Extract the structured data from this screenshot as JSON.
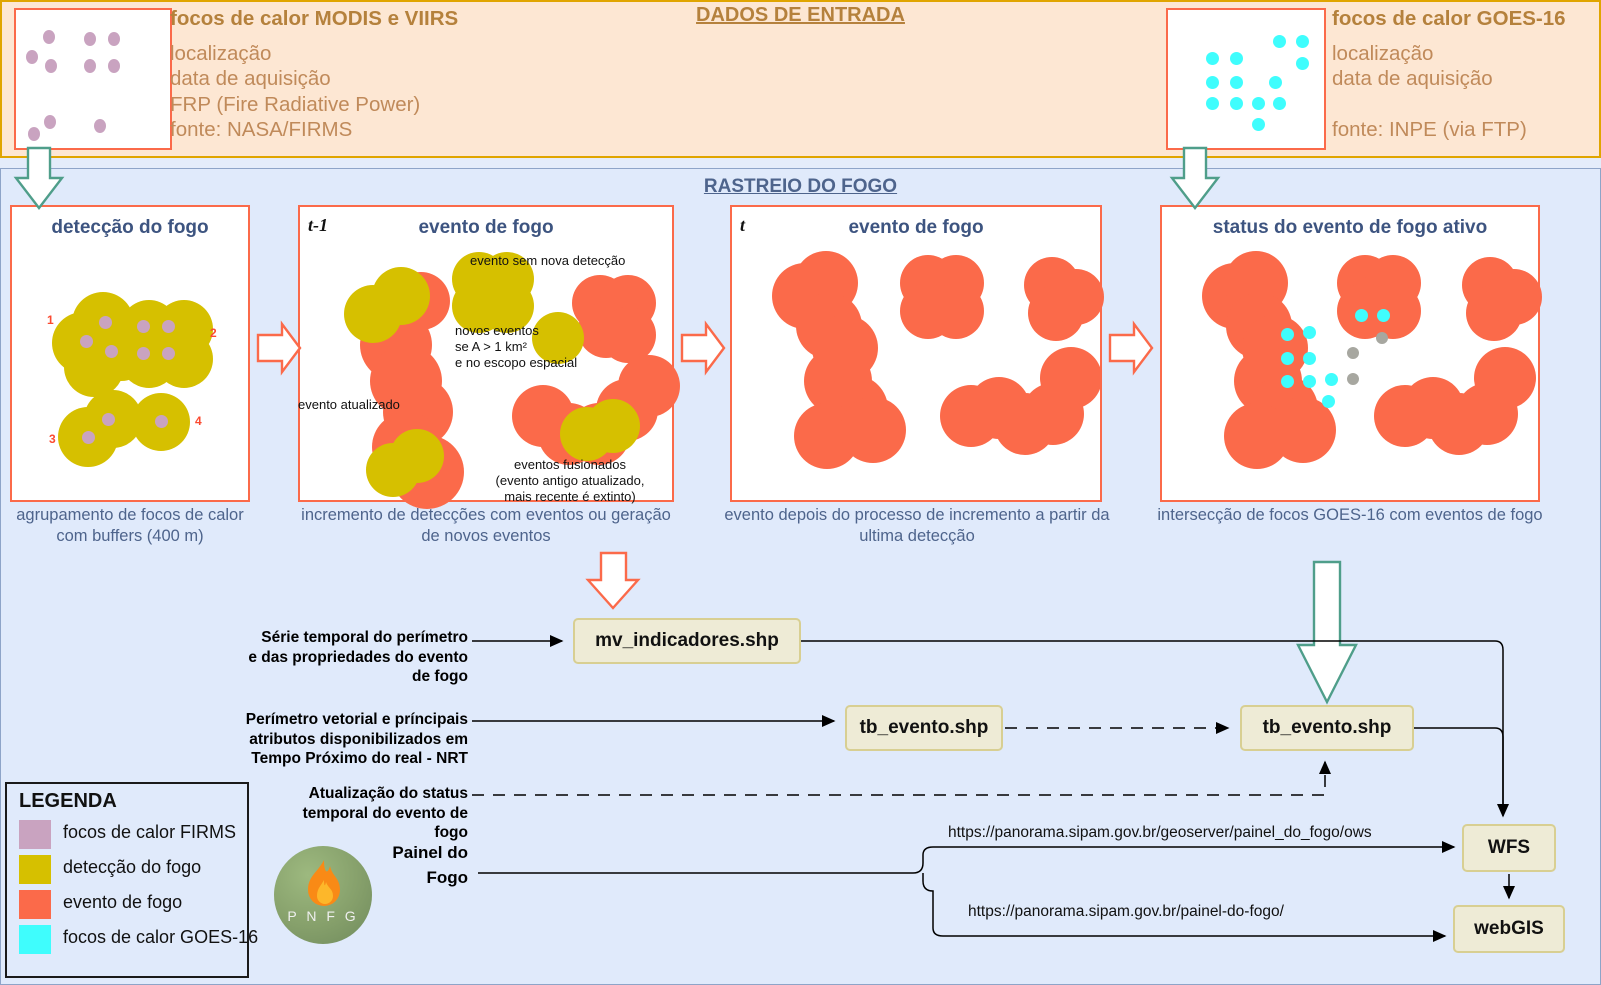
{
  "sections": {
    "input_title": "DADOS DE ENTRADA",
    "tracking_title": "RASTREIO DO FOGO"
  },
  "inputs": {
    "left": {
      "heading": "focos de calor MODIS e VIIRS",
      "lines": [
        "localização",
        "data de aquisição",
        "FRP (Fire Radiative Power)",
        "fonte: NASA/FIRMS"
      ]
    },
    "right": {
      "heading": "focos de calor GOES-16",
      "lines": [
        "localização",
        "data de aquisição",
        "",
        "fonte: INPE (via FTP)"
      ]
    }
  },
  "panels": [
    {
      "title": "detecção do fogo",
      "time": "",
      "caption": "agrupamento de focos de calor com buffers (400 m)",
      "cluster_numbers": [
        "1",
        "2",
        "3",
        "4"
      ]
    },
    {
      "title": "evento de fogo",
      "time": "t-1",
      "caption": "incremento de detecções com eventos ou geração de novos eventos",
      "annotations": [
        "evento sem nova detecção",
        "novos eventos\nse A > 1 km²\ne no escopo espacial",
        "evento atualizado",
        "eventos fusionados\n(evento antigo atualizado,\nmais recente é extinto)"
      ],
      "anno_1": "evento sem nova detecção",
      "anno_2_l1": "novos eventos",
      "anno_2_l2": "se A > 1 km²",
      "anno_2_l3": "e no escopo espacial",
      "anno_3": "evento atualizado",
      "anno_4_l1": "eventos fusionados",
      "anno_4_l2": "(evento antigo atualizado,",
      "anno_4_l3": "mais recente é extinto)"
    },
    {
      "title": "evento de fogo",
      "time": "t",
      "caption": "evento depois do processo de incremento a partir da ultima detecção"
    },
    {
      "title": "status do evento de fogo ativo",
      "time": "",
      "caption": "intersecção de focos GOES-16 com eventos de fogo"
    }
  ],
  "flow": {
    "label_1": "Série temporal do perímetro e das propriedades do evento de fogo",
    "label_1_l1": "Série temporal do perímetro",
    "label_1_l2": "e das propriedades do evento",
    "label_1_l3": "de fogo",
    "label_2_l1": "Perímetro vetorial e príncipais",
    "label_2_l2": "atributos disponibilizados em",
    "label_2_l3": "Tempo Próximo do real - NRT",
    "label_3_l1": "Atualização do status",
    "label_3_l2": "temporal do evento de",
    "label_3_l3": "fogo",
    "label_4_l1": "Painel do",
    "label_4_l2": "Fogo",
    "doc_mv": "mv_indicadores.shp",
    "doc_tb_left": "tb_evento.shp",
    "doc_tb_right": "tb_evento.shp",
    "doc_wfs": "WFS",
    "doc_webgis": "webGIS",
    "url_wfs": "https://panorama.sipam.gov.br/geoserver/painel_do_fogo/ows",
    "url_webgis": "https://panorama.sipam.gov.br/painel-do-fogo/"
  },
  "logo": {
    "acronym": "P N F G"
  },
  "legend": {
    "title": "LEGENDA",
    "items": [
      {
        "label": "focos de calor FIRMS",
        "color": "#c9a3c0"
      },
      {
        "label": "detecção do fogo",
        "color": "#d6c000"
      },
      {
        "label": "evento de fogo",
        "color": "#fb6a4a"
      },
      {
        "label": "focos de calor GOES-16",
        "color": "#3ffdfd"
      }
    ]
  },
  "colors": {
    "firms": "#c9a3c0",
    "detection": "#d6c000",
    "event": "#fb6a4a",
    "goes": "#3ffdfd",
    "input_band": "#fde7d3",
    "track_band": "#e0eafb",
    "green_arrow": "#4f9e8a",
    "doc_fill": "#eeebd6"
  }
}
